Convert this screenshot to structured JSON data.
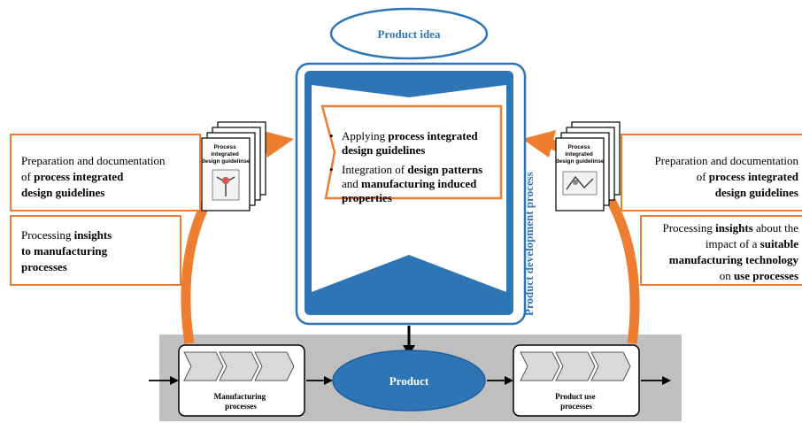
{
  "colors": {
    "orange": "#ed7d31",
    "blue": "#2e75b6",
    "dark_blue": "#1f5f9f",
    "gray_band": "#bfbfbf",
    "black": "#000000",
    "white": "#ffffff"
  },
  "top": {
    "product_idea": "Product idea"
  },
  "center": {
    "bullets": [
      {
        "parts": [
          {
            "t": "Applying ",
            "b": false
          },
          {
            "t": "process integrated design guidelines",
            "b": true
          }
        ]
      },
      {
        "parts": [
          {
            "t": "Integration of ",
            "b": false
          },
          {
            "t": "design patterns",
            "b": true
          },
          {
            "t": " and ",
            "b": false
          },
          {
            "t": "manufacturing induced properties",
            "b": true
          }
        ]
      }
    ],
    "side_label": "Product development process"
  },
  "left": {
    "box1": [
      [
        {
          "t": "Preparation and documentation",
          "b": false
        }
      ],
      [
        {
          "t": "of ",
          "b": false
        },
        {
          "t": "process integrated",
          "b": true
        }
      ],
      [
        {
          "t": "design guidelines",
          "b": true
        }
      ]
    ],
    "box2": [
      [
        {
          "t": "Processing ",
          "b": false
        },
        {
          "t": "insights",
          "b": true
        }
      ],
      [
        {
          "t": "to manufacturing",
          "b": true
        }
      ],
      [
        {
          "t": "processes",
          "b": true
        }
      ]
    ],
    "doc_label": [
      "Process",
      "integrated",
      "design guidelinse"
    ]
  },
  "right": {
    "box1": [
      [
        {
          "t": "Preparation and documentation",
          "b": false
        }
      ],
      [
        {
          "t": "of ",
          "b": false
        },
        {
          "t": "process integrated",
          "b": true
        }
      ],
      [
        {
          "t": "design guidelines",
          "b": true
        }
      ]
    ],
    "box2": [
      [
        {
          "t": "Processing ",
          "b": false
        },
        {
          "t": "insights",
          "b": true
        },
        {
          "t": " about the",
          "b": false
        }
      ],
      [
        {
          "t": "impact of a ",
          "b": false
        },
        {
          "t": "suitable",
          "b": true
        }
      ],
      [
        {
          "t": "manufacturing technology",
          "b": true
        }
      ],
      [
        {
          "t": "on ",
          "b": false
        },
        {
          "t": "use processes",
          "b": true
        }
      ]
    ],
    "doc_label": [
      "Process",
      "integrated",
      "design guidelinse"
    ]
  },
  "bottom": {
    "manufacturing_label": [
      "Manufacturing",
      "processes"
    ],
    "product_label": "Product",
    "use_label": [
      "Product use",
      "processes"
    ]
  }
}
